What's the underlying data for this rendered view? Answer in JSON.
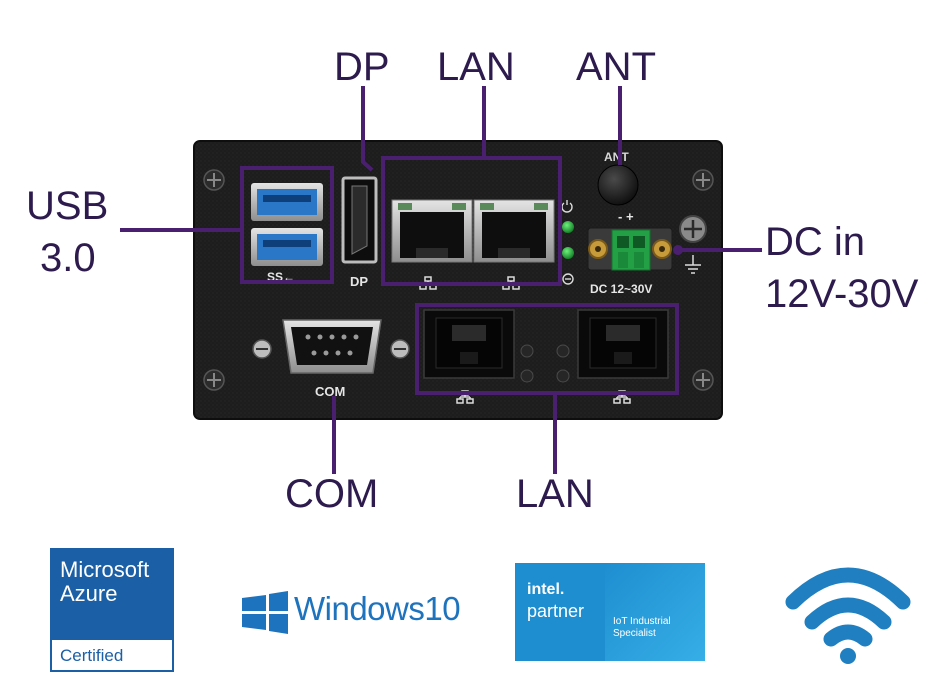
{
  "callouts": {
    "dp": "DP",
    "lan_top": "LAN",
    "ant": "ANT",
    "usb_line1": "USB",
    "usb_line2": "3.0",
    "dc_line1": "DC in",
    "dc_line2": "12V-30V",
    "com": "COM",
    "lan_bottom": "LAN"
  },
  "panel_printing": {
    "usb": "SS←",
    "dp": "DP",
    "com": "COM",
    "dc": "DC 12~30V",
    "ant": "ANT",
    "polarity": "- +"
  },
  "logos": {
    "azure_line1": "Microsoft",
    "azure_line2": "Azure",
    "azure_certified": "Certified",
    "windows": "Windows10",
    "intel_brand": "intel.",
    "intel_partner": "partner",
    "intel_line1": "IoT Industrial",
    "intel_line2": "Specialist"
  },
  "colors": {
    "callout_line": "#4b1f6f",
    "panel": "#1f1f1f",
    "usb_blue": "#2a77c8",
    "led_green": "#1fa838",
    "terminal_green": "#23a046",
    "azure_blue": "#1b5fa6",
    "windows_blue": "#1e73be",
    "intel_blue": "#1e8ed0",
    "wifi_blue": "#1f7fc0"
  }
}
